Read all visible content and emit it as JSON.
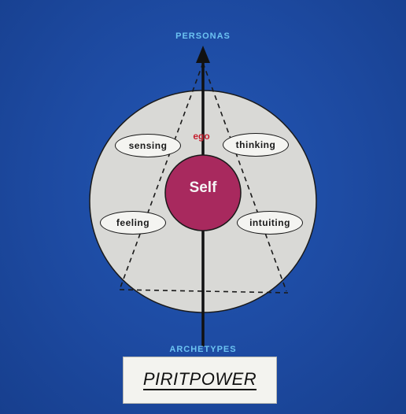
{
  "diagram": {
    "top_label": "PERSONAS",
    "bottom_label": "ARCHETYPES",
    "center_label": "Self",
    "ego_label": "ego",
    "functions": {
      "sensing": "sensing",
      "thinking": "thinking",
      "feeling": "feeling",
      "intuiting": "intuiting"
    }
  },
  "brand": {
    "name": "PIRITPOWER"
  },
  "colors": {
    "background": "#1f4fa6",
    "circle_fill": "#d9d9d6",
    "self_fill": "#a8295e",
    "label_blue": "#6cc3f2",
    "ego_red": "#c41f2e"
  }
}
